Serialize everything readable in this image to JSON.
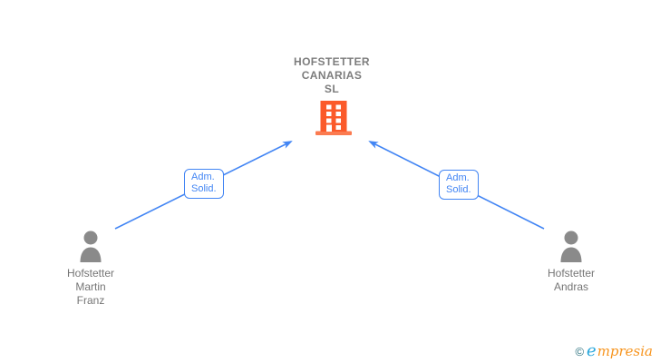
{
  "company": {
    "name": "HOFSTETTER CANARIAS SL",
    "name_lines": [
      "HOFSTETTER",
      "CANARIAS",
      "SL"
    ]
  },
  "persons": [
    {
      "name": "Hofstetter Martin Franz",
      "name_lines": [
        "Hofstetter",
        "Martin",
        "Franz"
      ]
    },
    {
      "name": "Hofstetter Andras",
      "name_lines": [
        "Hofstetter",
        "Andras"
      ]
    }
  ],
  "edges": [
    {
      "from": "Hofstetter Martin Franz",
      "to": "HOFSTETTER CANARIAS SL",
      "label_line1": "Adm.",
      "label_line2": "Solid."
    },
    {
      "from": "Hofstetter Andras",
      "to": "HOFSTETTER CANARIAS SL",
      "label_line1": "Adm.",
      "label_line2": "Solid."
    }
  ],
  "watermark": {
    "copyright_symbol": "©",
    "brand_first_letter": "e",
    "brand_rest": "mpresia"
  },
  "colors": {
    "edge_blue": "#4285F4",
    "building_orange": "#FB5A2A",
    "building_base_orange": "#FB7B50",
    "person_gray": "#8A8A8A",
    "text_gray": "#757575",
    "logo_teal": "#2E7380",
    "logo_blue": "#2BA8DC",
    "logo_orange": "#F7941D"
  }
}
